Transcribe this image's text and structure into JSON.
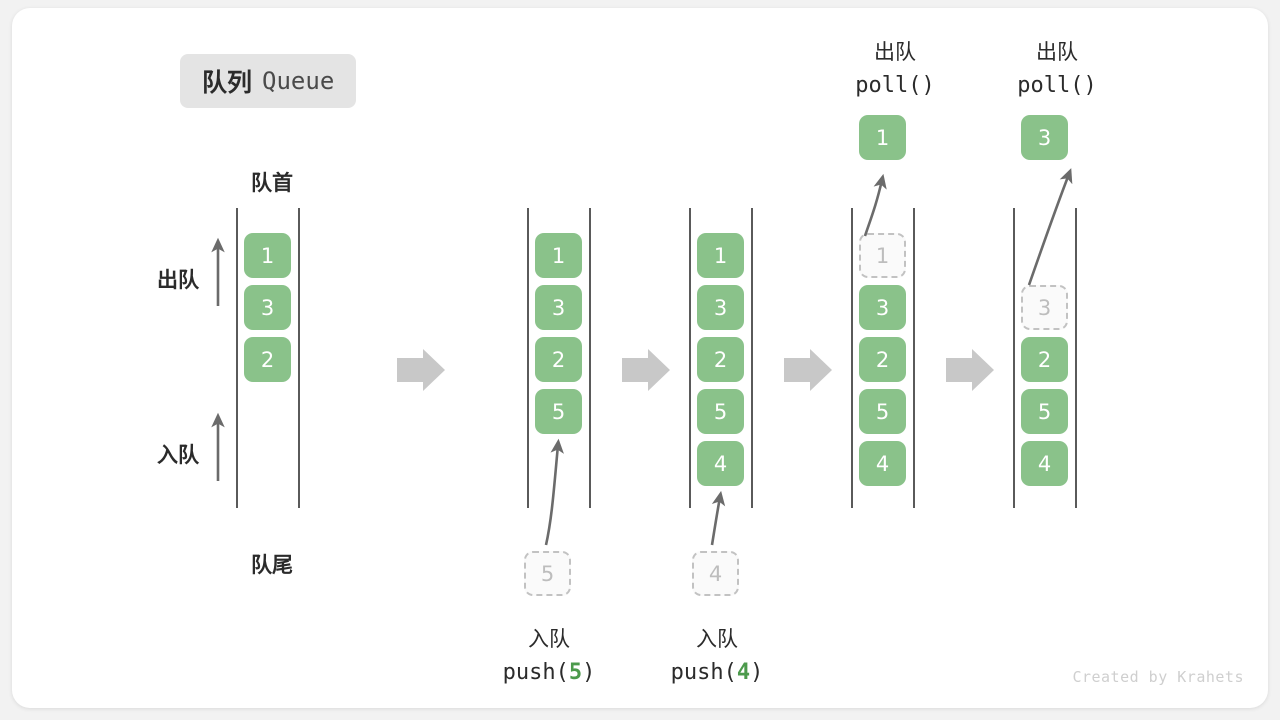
{
  "title": {
    "cn": "队列",
    "en": "Queue"
  },
  "watermark": "Created by Krahets",
  "labels": {
    "front": "队首",
    "rear": "队尾",
    "dequeue": "出队",
    "enqueue": "入队"
  },
  "steps": [
    {
      "id": "initial",
      "cells": [
        "1",
        "3",
        "2"
      ],
      "ghost_index": -1,
      "side_arrows": [
        "出队",
        "入队"
      ]
    },
    {
      "id": "push-5",
      "cells": [
        "1",
        "3",
        "2",
        "5"
      ],
      "ghost_index": -1,
      "incoming": "5",
      "caption_cn": "入队",
      "caption_code_prefix": "push(",
      "caption_code_value": "5",
      "caption_code_suffix": ")"
    },
    {
      "id": "push-4",
      "cells": [
        "1",
        "3",
        "2",
        "5",
        "4"
      ],
      "ghost_index": -1,
      "incoming": "4",
      "caption_cn": "入队",
      "caption_code_prefix": "push(",
      "caption_code_value": "4",
      "caption_code_suffix": ")"
    },
    {
      "id": "poll-1",
      "cells": [
        "1",
        "3",
        "2",
        "5",
        "4"
      ],
      "ghost_index": 0,
      "popped": "1",
      "caption_cn": "出队",
      "caption_code_prefix": "poll(",
      "caption_code_value": "",
      "caption_code_suffix": ")"
    },
    {
      "id": "poll-3",
      "cells": [
        "",
        "3",
        "2",
        "5",
        "4"
      ],
      "ghost_index": 1,
      "popped": "3",
      "caption_cn": "出队",
      "caption_code_prefix": "poll(",
      "caption_code_value": "",
      "caption_code_suffix": ")"
    }
  ],
  "separators": [
    "arrow-right",
    "arrow-right",
    "arrow-right",
    "arrow-right"
  ],
  "colors": {
    "element": "#8ac28a",
    "ghost_border": "#c2c2c2",
    "ghost_text": "#bdbdbd",
    "rail": "#5a5a5a",
    "arrow": "#6b6b6b",
    "separator": "#c8c8c8",
    "badge_bg": "#e4e4e4",
    "text": "#2b2b2b",
    "accent_number": "#4c9a4c",
    "card_bg": "#ffffff",
    "page_bg": "#f2f2f2"
  }
}
